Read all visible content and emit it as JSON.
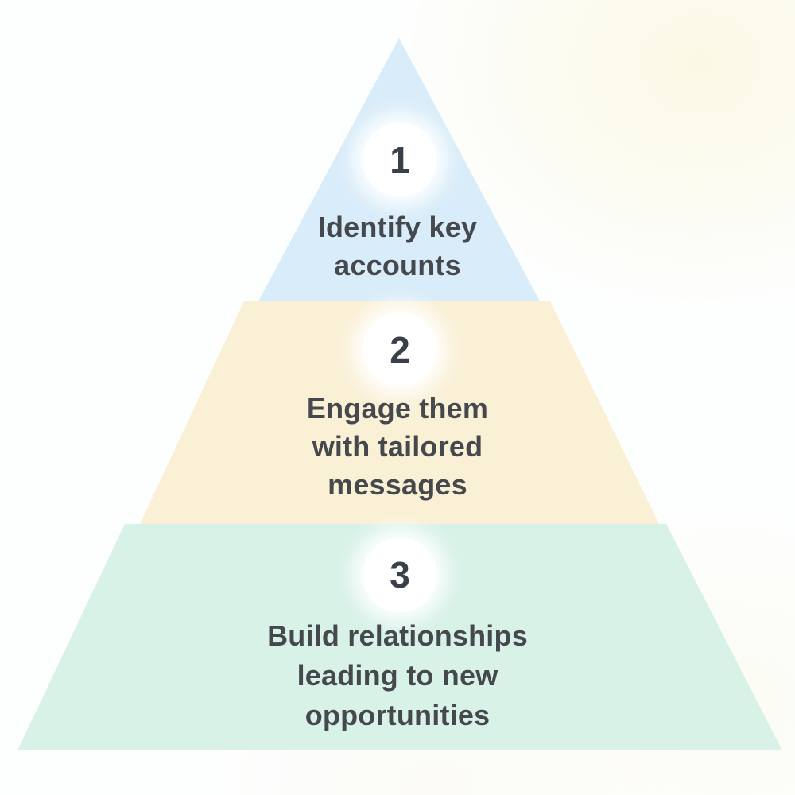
{
  "diagram": {
    "type": "pyramid-steps",
    "direction": "top-to-bottom",
    "text_color": "#45494d",
    "number_color": "#3a3f4a",
    "circle_color": "#ffffff",
    "background_color": "#fdfefe",
    "steps": [
      {
        "number": "1",
        "label": "Identify key accounts",
        "lines": [
          "Identify key",
          "accounts"
        ],
        "color": "#d8ecf9"
      },
      {
        "number": "2",
        "label": "Engage them with tailored messages",
        "lines": [
          "Engage them",
          "with tailored",
          "messages"
        ],
        "color": "#faf0d6"
      },
      {
        "number": "3",
        "label": "Build relationships leading to new opportunities",
        "lines": [
          "Build relationships",
          "leading to new",
          "opportunities"
        ],
        "color": "#d8f2e8"
      }
    ]
  }
}
